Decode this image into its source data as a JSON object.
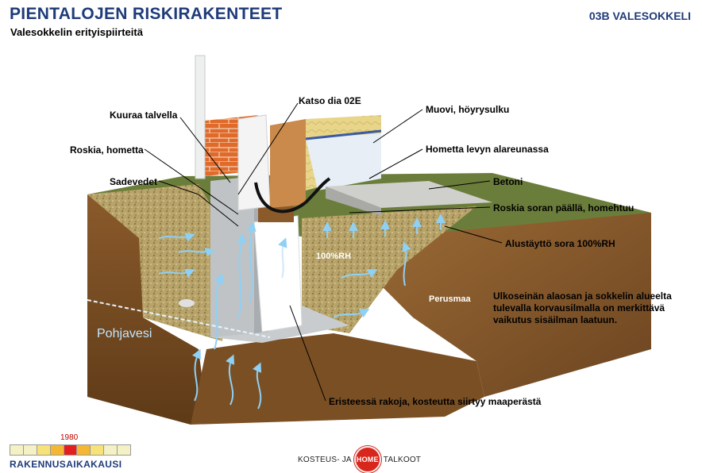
{
  "header": {
    "title": "PIENTALOJEN RISKIRAKENTEET",
    "subtitle": "Valesokkelin erityispiirteitä",
    "code": "03B VALESOKKELI"
  },
  "labels": {
    "kuuraa": "Kuuraa talvella",
    "roskia": "Roskia, hometta",
    "sadevedet": "Sadevedet",
    "katso": "Katso dia 02E",
    "muovi": "Muovi, höyrysulku",
    "hometta_levyn": "Hometta levyn alareunassa",
    "betoni": "Betoni",
    "roskia_soran": "Roskia soran päällä, homehtuu",
    "alustaytto": "Alustäyttö sora 100%RH",
    "rh": "100%RH",
    "perusmaa": "Perusmaa",
    "pohjavesi": "Pohjavesi",
    "eristeessa": "Eristeessä rakoja, kosteutta siirtyy maaperästä"
  },
  "note": "Ulkoseinän alaosan ja sokkelin alueelta tulevalla korvausilmalla on merkittävä vaikutus sisäilman laatuun.",
  "timeline": {
    "year": "1980",
    "label": "RAKENNUSAIKAKAUSI",
    "cells": [
      "#f4f1c4",
      "#f4f1c4",
      "#f7e27a",
      "#f3b733",
      "#e41e1e",
      "#f3b733",
      "#f7e27a",
      "#f4f1c4",
      "#f4f1c4"
    ]
  },
  "logo": {
    "left": "KOSTEUS- JA",
    "home": "HOME",
    "right": "TALKOOT"
  }
}
